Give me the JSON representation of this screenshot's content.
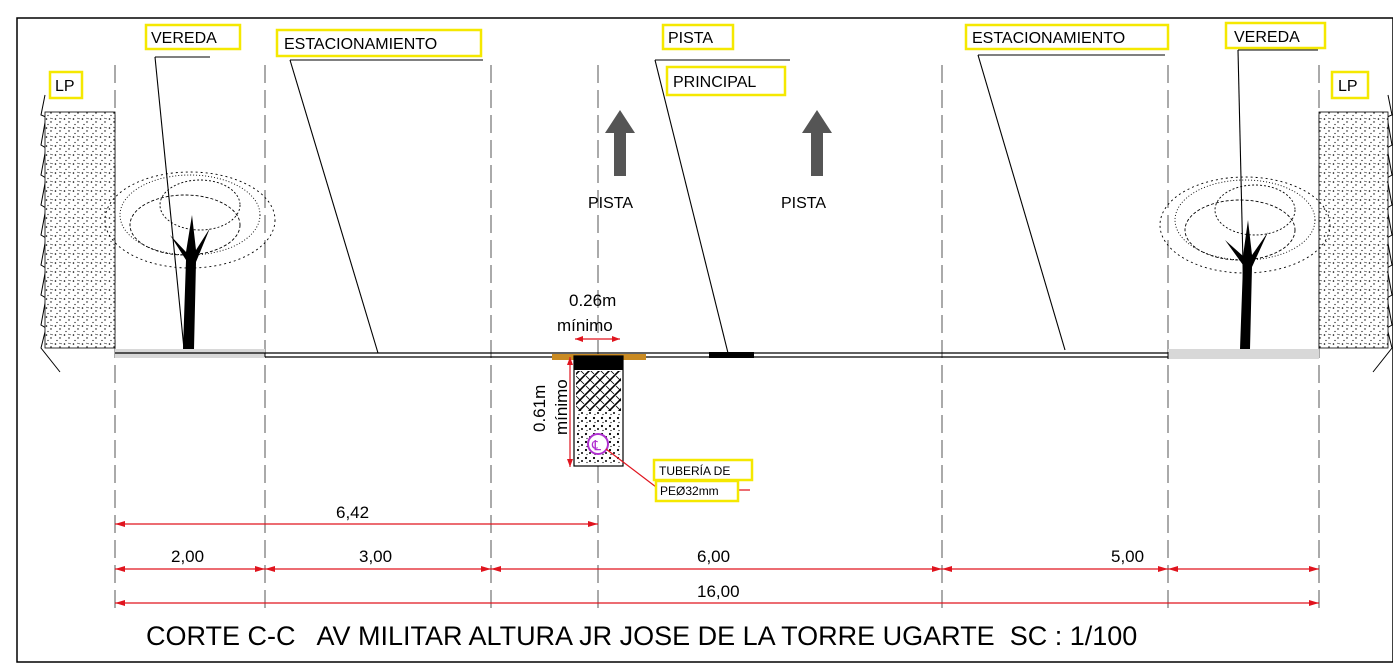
{
  "labels": {
    "vereda_left": "VEREDA",
    "estacionamiento_left": "ESTACIONAMIENTO",
    "pista": "PISTA",
    "principal": "PRINCIPAL",
    "estacionamiento_right": "ESTACIONAMIENTO",
    "vereda_right": "VEREDA",
    "lp_left": "LP",
    "lp_right": "LP",
    "lane_left": "PISTA",
    "lane_right": "PISTA",
    "tuberia_line1": "TUBERÍA DE",
    "tuberia_line2": "PEØ32mm",
    "width_min": "0.26m",
    "width_min_label": "mínimo",
    "depth_min": "0.61m",
    "depth_min_label": "mínimo"
  },
  "dimensions": {
    "offset": "6,42",
    "vereda": "2,00",
    "estacionamiento_left": "3,00",
    "pista": "6,00",
    "estacionamiento_right": "5,00",
    "total": "16,00"
  },
  "title": "CORTE C-C   AV MILITAR ALTURA JR JOSE DE LA TORRE UGARTE  SC : 1/100",
  "colors": {
    "dimension_line": "#e0141e",
    "label_frame": "#f5e800",
    "pipe": "#b030d0",
    "arrow": "#555555"
  }
}
